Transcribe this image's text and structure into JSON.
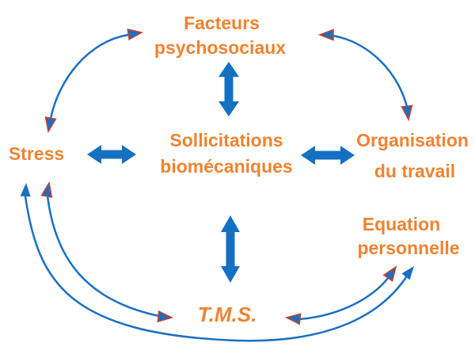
{
  "diagram": {
    "description": "Causal diagram of musculoskeletal disorder (TMS) risk factors",
    "nodes": {
      "facteurs_psychosociaux": {
        "lines": [
          "Facteurs",
          "psychosociaux"
        ]
      },
      "stress": {
        "label": "Stress"
      },
      "sollicitations_biomecaniques": {
        "lines": [
          "Sollicitations",
          "biomécaniques"
        ]
      },
      "organisation_du_travail": {
        "lines": [
          "Organisation",
          "du travail"
        ]
      },
      "equation_personnelle": {
        "lines": [
          "Equation",
          "personnelle"
        ]
      },
      "tms": {
        "label": "T.M.S."
      }
    },
    "edges": [
      {
        "from": "Facteurs psychosociaux",
        "to": "Sollicitations biomécaniques",
        "style": "thick-block-double-arrow",
        "orientation": "vertical"
      },
      {
        "from": "Stress",
        "to": "Sollicitations biomécaniques",
        "style": "thick-block-double-arrow",
        "orientation": "horizontal"
      },
      {
        "from": "Sollicitations biomécaniques",
        "to": "Organisation du travail",
        "style": "thick-block-double-arrow",
        "orientation": "horizontal"
      },
      {
        "from": "Sollicitations biomécaniques",
        "to": "T.M.S.",
        "style": "thick-block-double-arrow",
        "orientation": "vertical"
      },
      {
        "from": "Stress",
        "to": "Facteurs psychosociaux",
        "style": "thin-curved-double-arrow",
        "arrowhead": "red-outlined"
      },
      {
        "from": "Facteurs psychosociaux",
        "to": "Organisation du travail",
        "style": "thin-curved-double-arrow",
        "arrowhead": "red-outlined"
      },
      {
        "from": "Stress",
        "to": "T.M.S.",
        "style": "thin-curved-double-arrow",
        "arrowhead": "red-outlined"
      },
      {
        "from": "T.M.S.",
        "to": "Equation personnelle",
        "style": "thin-curved-double-arrow",
        "arrowhead": "red-outlined"
      },
      {
        "from": "Stress",
        "to": "Equation personnelle",
        "style": "thin-curved-double-arrow",
        "arrowhead": "plain-blue"
      }
    ],
    "colors": {
      "label_orange": "#EF8332",
      "thick_arrow_blue": "#1570C2",
      "curve_blue": "#1B6FC1",
      "arrowhead_outline_red": "#C8402E",
      "background": "#FFFFFF"
    }
  }
}
